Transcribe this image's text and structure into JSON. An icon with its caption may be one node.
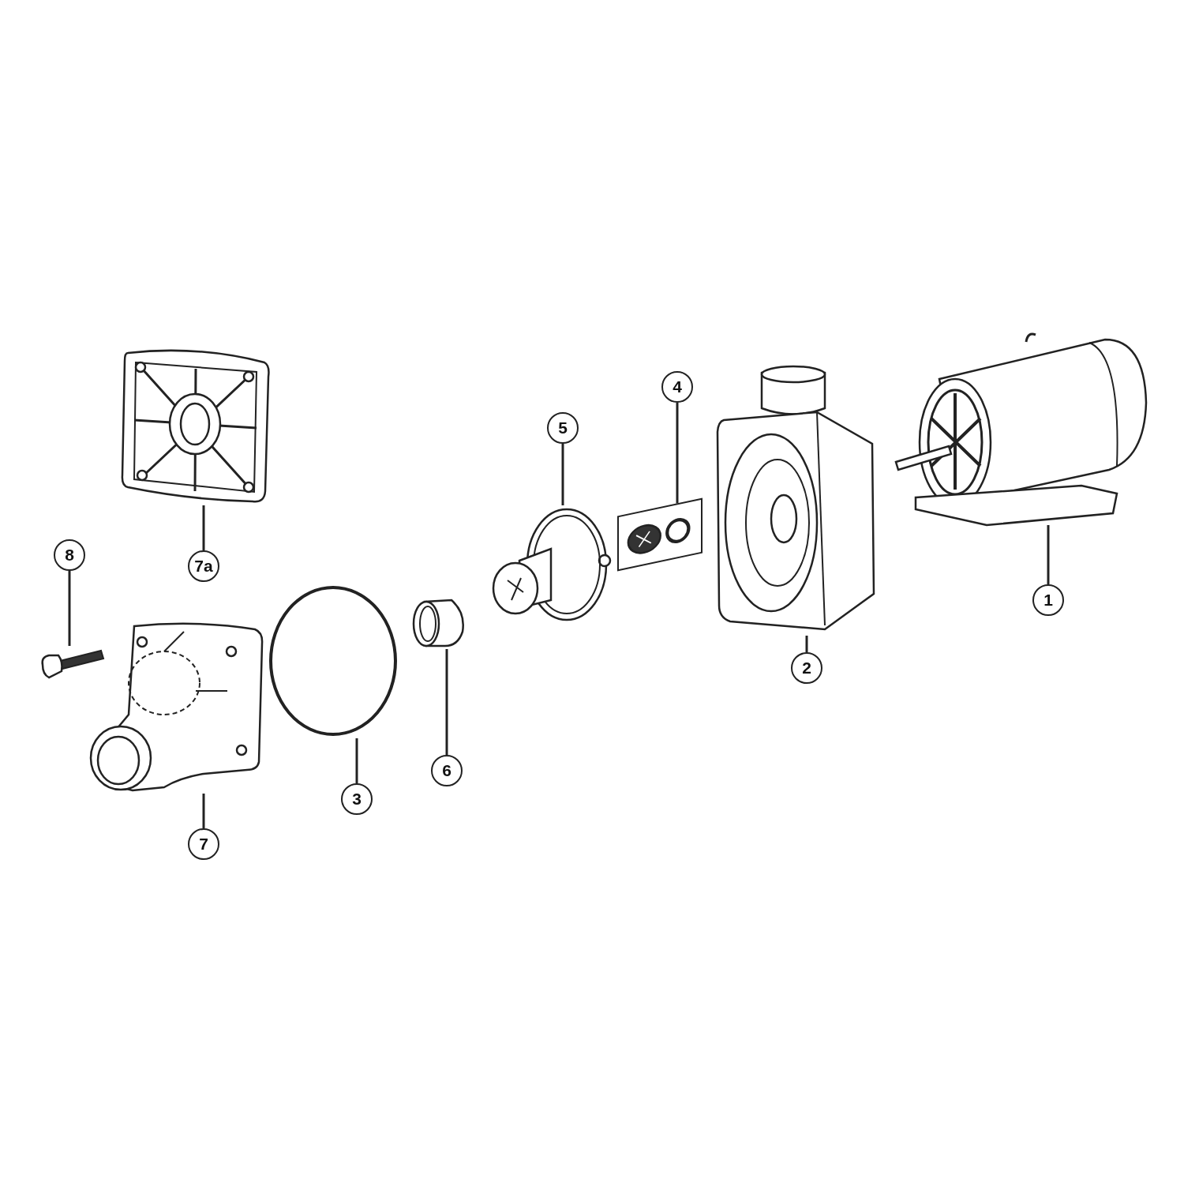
{
  "diagram": {
    "nodes": [
      {
        "text": [],
        "shape": "picture"
      },
      {
        "text": [
          "7a"
        ]
      },
      {
        "text": [
          "8"
        ]
      },
      {
        "text": [],
        "shape": "bar"
      },
      {
        "text": [],
        "shape": "picture"
      },
      {
        "text": [
          "7"
        ]
      },
      {
        "text": [],
        "shape": "circle"
      },
      {
        "text": [
          "3"
        ]
      },
      {
        "text": [],
        "shape": "cylinder"
      },
      {
        "text": [
          "6"
        ]
      },
      {
        "text": [],
        "shape": "picture"
      },
      {
        "text": [
          "5"
        ]
      },
      {
        "text": [],
        "shape": "box"
      },
      {
        "text": [
          "4"
        ]
      },
      {
        "text": [],
        "shape": "picture"
      },
      {
        "text": [
          "2"
        ]
      },
      {
        "text": [],
        "shape": "picture"
      },
      {
        "text": [
          "1"
        ]
      }
    ],
    "edges": [
      {
        "from": 1,
        "to": 0,
        "arrow": "none"
      },
      {
        "from": 2,
        "to": 3,
        "arrow": "none"
      },
      {
        "from": 5,
        "to": 4,
        "arrow": "none"
      },
      {
        "from": 7,
        "to": 6,
        "arrow": "none"
      },
      {
        "from": 9,
        "to": 8,
        "arrow": "none"
      },
      {
        "from": 11,
        "to": 10,
        "arrow": "none"
      },
      {
        "from": 13,
        "to": 12,
        "arrow": "none"
      },
      {
        "from": 15,
        "to": 14,
        "arrow": "none"
      },
      {
        "from": 17,
        "to": 16,
        "arrow": "none"
      }
    ]
  }
}
